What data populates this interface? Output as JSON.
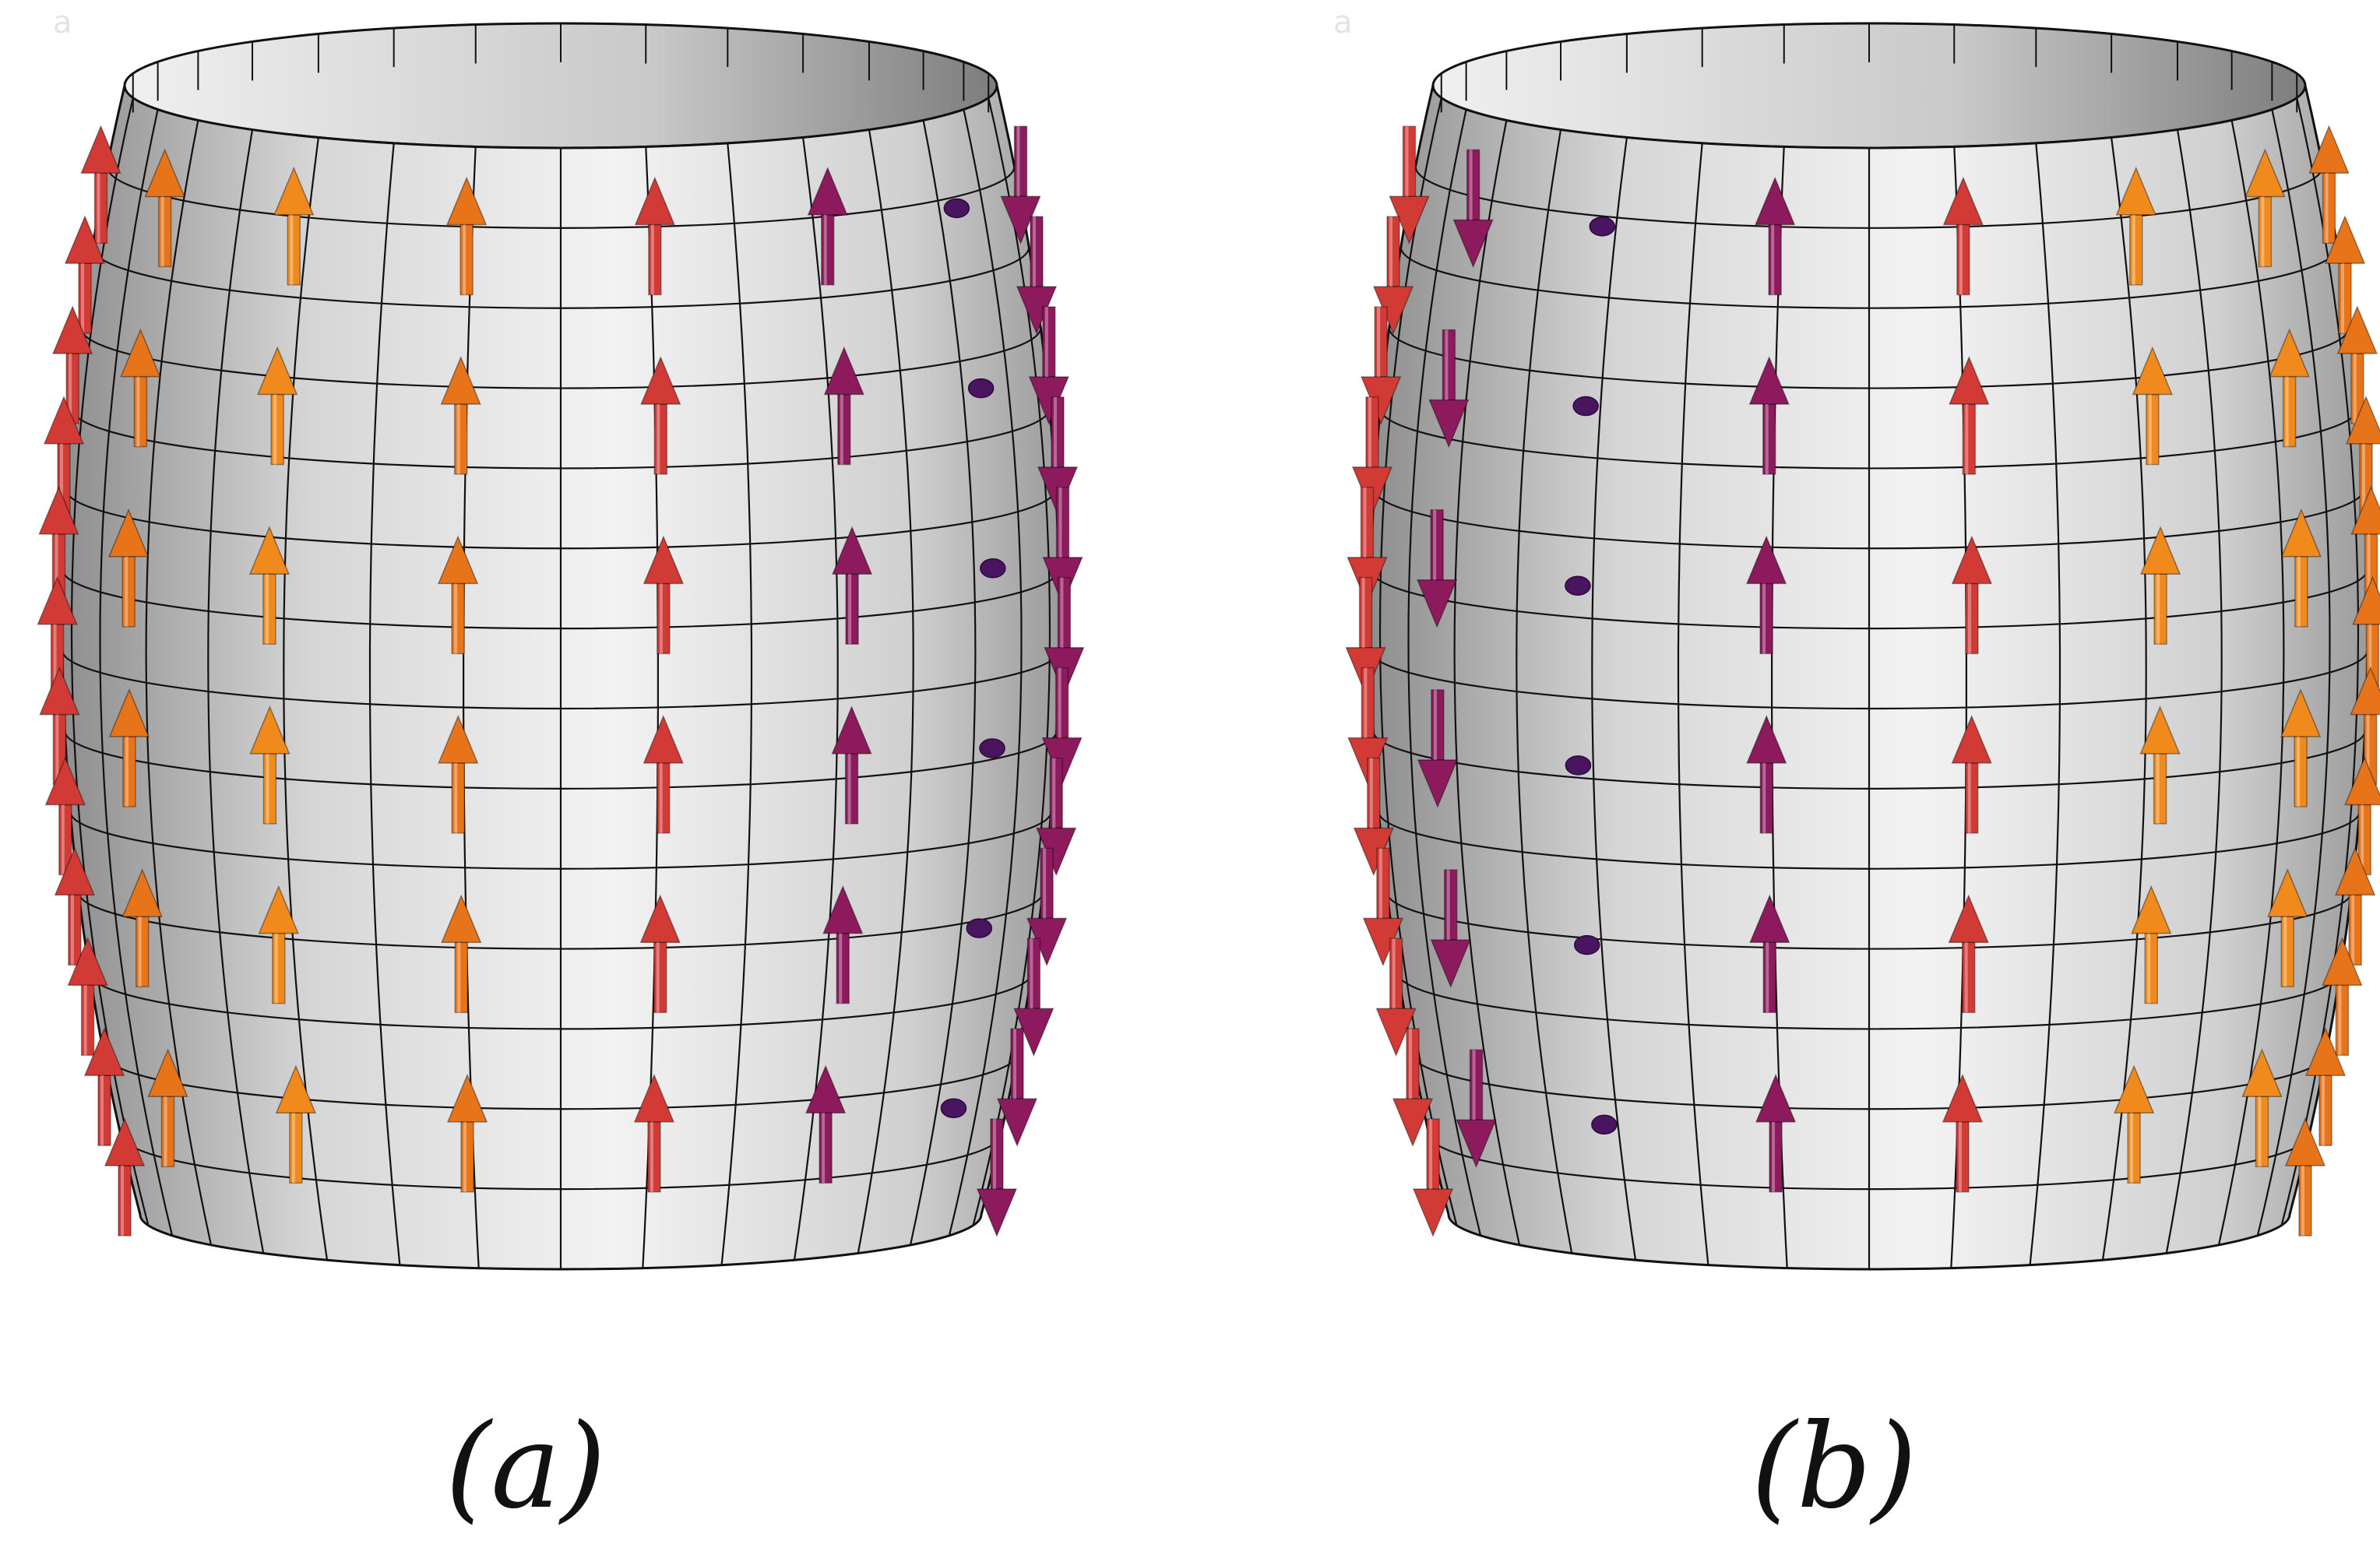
{
  "figure": {
    "panels": [
      {
        "id": "a",
        "label": "(a)",
        "corner_mark": "a",
        "arrow_columns": [
          {
            "color": "#d23a35",
            "direction": "up"
          },
          {
            "color": "#e8741a",
            "direction": "up"
          },
          {
            "color": "#f08a1c",
            "direction": "up"
          },
          {
            "color": "#e8741a",
            "direction": "up"
          },
          {
            "color": "#d23a35",
            "direction": "up"
          },
          {
            "color": "#8c1a5c",
            "direction": "up"
          },
          {
            "color": "#4a1560",
            "direction": "dot"
          },
          {
            "color": "#8c1a5c",
            "direction": "down"
          }
        ]
      },
      {
        "id": "b",
        "label": "(b)",
        "corner_mark": "a",
        "arrow_columns": [
          {
            "color": "#d23a35",
            "direction": "down"
          },
          {
            "color": "#8c1a5c",
            "direction": "down"
          },
          {
            "color": "#4a1560",
            "direction": "dot"
          },
          {
            "color": "#8c1a5c",
            "direction": "up"
          },
          {
            "color": "#d23a35",
            "direction": "up"
          },
          {
            "color": "#f08a1c",
            "direction": "up"
          },
          {
            "color": "#f08a1c",
            "direction": "up"
          },
          {
            "color": "#e8741a",
            "direction": "up"
          }
        ]
      }
    ],
    "colors": {
      "surface_dark": "#9a9a9a",
      "surface_light": "#f4f4f4",
      "grid": "#111111",
      "dot": "#4a1560"
    }
  }
}
